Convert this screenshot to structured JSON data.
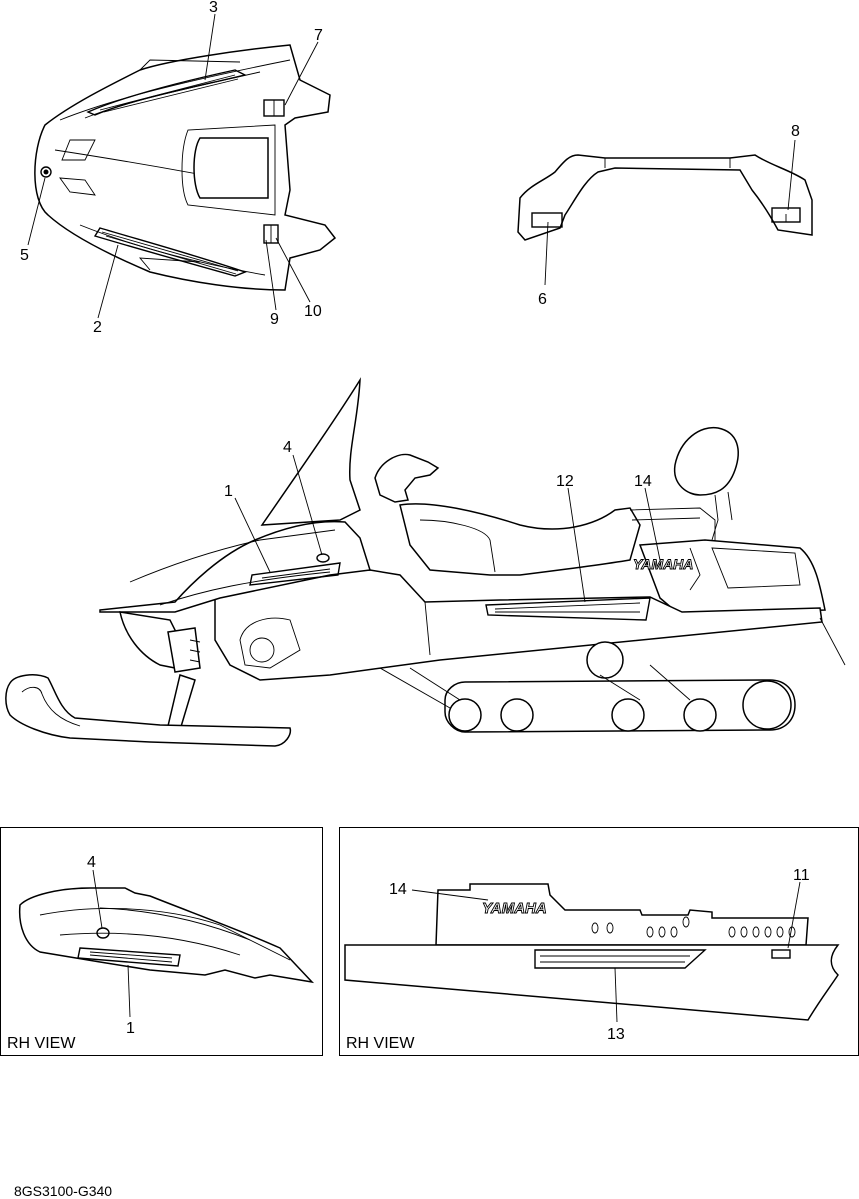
{
  "callouts": {
    "c1": "1",
    "c2": "2",
    "c3": "3",
    "c4": "4",
    "c5": "5",
    "c6": "6",
    "c7": "7",
    "c8": "8",
    "c9": "9",
    "c10": "10",
    "c12": "12",
    "c14": "14",
    "lh_c4": "4",
    "lh_c1": "1",
    "rh_c14": "14",
    "rh_c11": "11",
    "rh_c13": "13"
  },
  "decal_text": {
    "yamaha_main": "YAMAHA",
    "yamaha_rh": "YAMAHA"
  },
  "panels": {
    "left_label": "RH VIEW",
    "right_label": "RH VIEW"
  },
  "drawing_code": "8GS3100-G340"
}
